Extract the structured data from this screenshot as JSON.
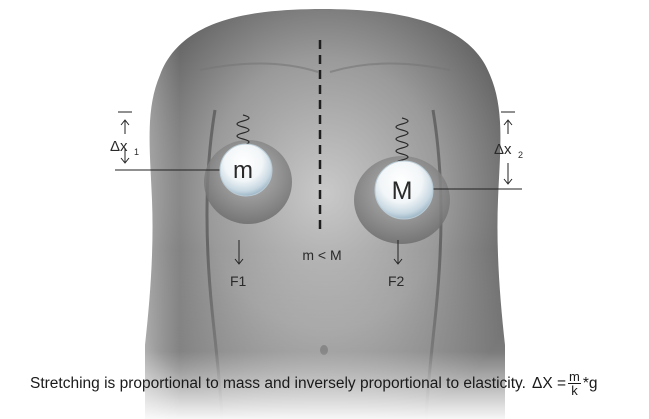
{
  "labels": {
    "mass_left": "m",
    "mass_right": "M",
    "delta_left": "Δx",
    "delta_left_sub": "1",
    "delta_right": "Δx",
    "delta_right_sub": "2",
    "force_left": "F1",
    "force_right": "F2",
    "comparison": "m < M"
  },
  "caption": {
    "text": "Stretching is proportional to mass and inversely proportional to elasticity.",
    "formula_lhs": "ΔX =",
    "formula_num": "m",
    "formula_den": "k",
    "formula_rhs": "*g"
  },
  "colors": {
    "background": "#ffffff",
    "figure_dark": "#4a4a4a",
    "figure_light": "#d8d8d8",
    "line": "#222222",
    "sphere_highlight": "#ffffff",
    "sphere_shade": "#9fb8c8"
  },
  "icons": [
    "spring-icon",
    "arrow-up-icon",
    "arrow-down-icon"
  ]
}
